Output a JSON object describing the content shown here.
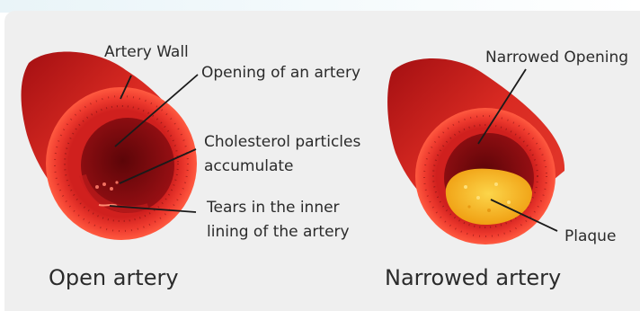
{
  "labels": {
    "artery_wall": "Artery Wall",
    "opening": "Opening of an artery",
    "cholesterol_line1": "Cholesterol particles",
    "cholesterol_line2": "accumulate",
    "tears_line1": "Tears in the inner",
    "tears_line2": "lining of the artery",
    "narrowed_opening": "Narrowed Opening",
    "plaque": "Plaque"
  },
  "captions": {
    "open": "Open artery",
    "narrowed": "Narrowed artery"
  },
  "colors": {
    "artery_red": "#d81e1e",
    "plaque_yellow": "#f5b21a",
    "panel_bg": "#efefef"
  }
}
